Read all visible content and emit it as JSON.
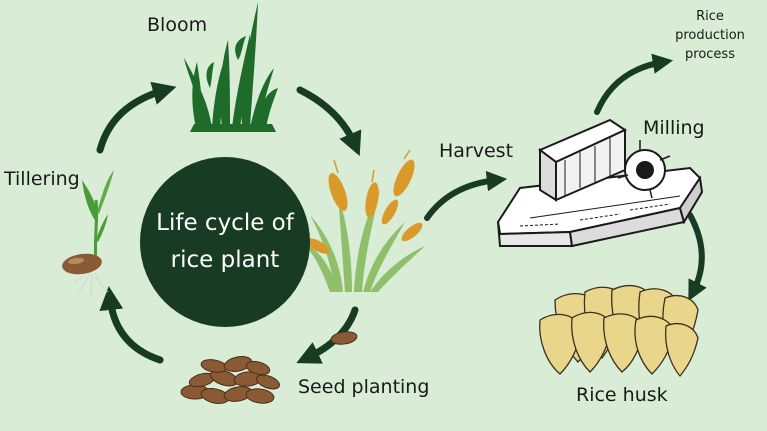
{
  "center": {
    "line1": "Life cycle of",
    "line2": "rice plant"
  },
  "labels": {
    "bloom": "Bloom",
    "harvest": "Harvest",
    "tillering": "Tillering",
    "seed_planting": "Seed planting",
    "milling": "Milling",
    "rice_husk": "Rice husk",
    "rice_production_line1": "Rice",
    "rice_production_line2": "production",
    "rice_production_line3": "process"
  },
  "colors": {
    "background": "#d8ecd6",
    "center_circle": "#173b23",
    "arrow": "#173b23",
    "leaf_dark": "#1f6b2a",
    "leaf_light": "#8fbf6a",
    "grain": "#d99a2b",
    "seed": "#8a5a35",
    "husk": "#e9d68a"
  },
  "icons": [
    "bloom-plant-icon",
    "harvest-plant-icon",
    "tillering-sprout-icon",
    "seed-pile-icon",
    "milling-machine-icon",
    "rice-husk-icon"
  ]
}
